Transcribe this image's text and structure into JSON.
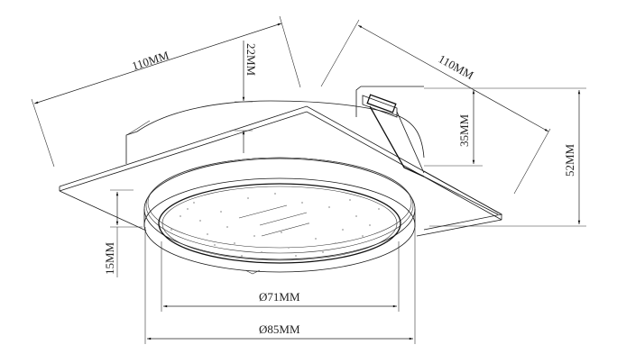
{
  "diagram": {
    "type": "technical-dimension-drawing",
    "subject": "square-trim recessed LED downlight with spring clip",
    "line_color": "#1a1a1a",
    "background": "#ffffff"
  },
  "dimensions": {
    "top_left_width": {
      "label": "110MM",
      "value": 110,
      "unit": "MM",
      "orientation": "diagonal-left"
    },
    "top_right_width": {
      "label": "110MM",
      "value": 110,
      "unit": "MM",
      "orientation": "diagonal-right"
    },
    "dome_height": {
      "label": "22MM",
      "value": 22,
      "unit": "MM",
      "orientation": "vertical"
    },
    "clip_height": {
      "label": "35MM",
      "value": 35,
      "unit": "MM",
      "orientation": "vertical"
    },
    "total_height": {
      "label": "52MM",
      "value": 52,
      "unit": "MM",
      "orientation": "vertical"
    },
    "trim_height": {
      "label": "15MM",
      "value": 15,
      "unit": "MM",
      "orientation": "vertical"
    },
    "inner_diameter": {
      "label": "Ø71MM",
      "value": 71,
      "unit": "MM",
      "orientation": "horizontal"
    },
    "outer_diameter": {
      "label": "Ø85MM",
      "value": 85,
      "unit": "MM",
      "orientation": "horizontal"
    }
  }
}
